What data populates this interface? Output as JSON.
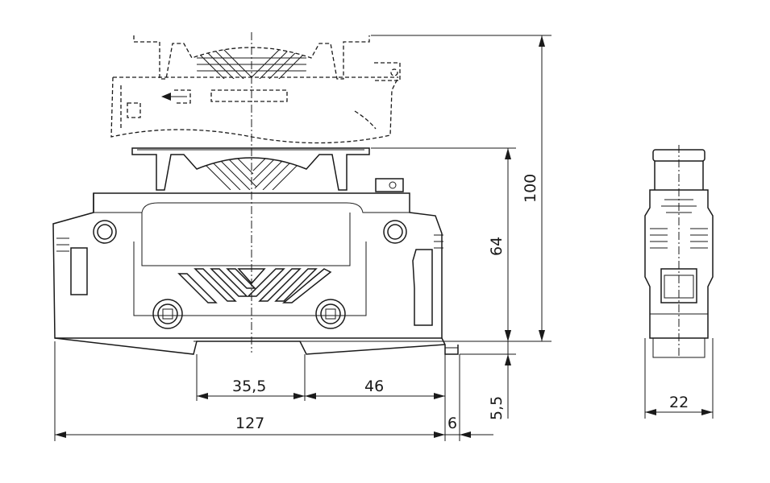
{
  "dimensions": {
    "d_35_5": "35,5",
    "d_46": "46",
    "d_127": "127",
    "d_6": "6",
    "d_5_5": "5,5",
    "d_64": "64",
    "d_100": "100",
    "d_22": "22"
  }
}
